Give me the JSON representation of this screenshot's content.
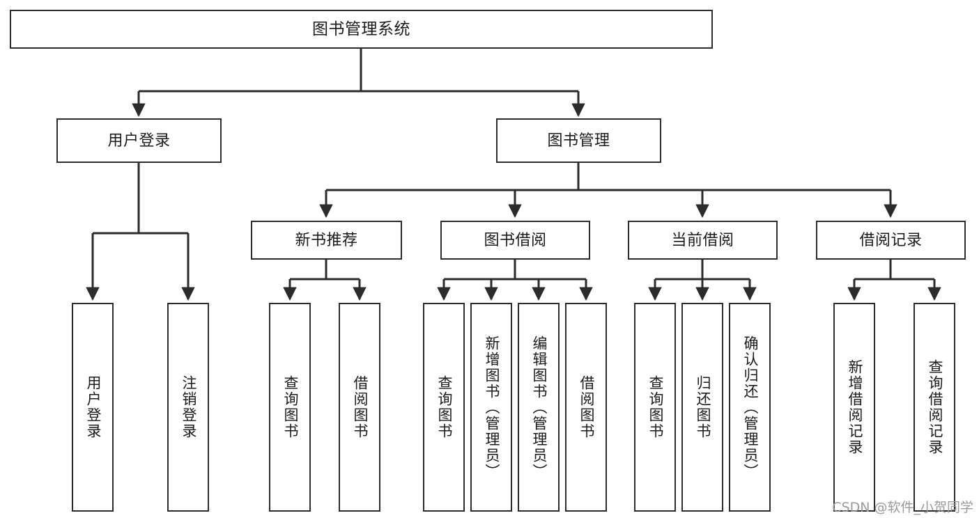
{
  "diagram": {
    "title": "图书管理系统",
    "type": "tree",
    "colors": {
      "background": "#ffffff",
      "node_fill": "#ffffff",
      "node_stroke": "#2b2b2b",
      "edge": "#2b2b2b",
      "text": "#1a1a1a",
      "watermark": "#9a9a9a"
    },
    "watermark": "CSDN @软件_小贺同学",
    "nodes": {
      "root": {
        "label": "图书管理系统"
      },
      "level2": [
        {
          "label": "用户登录"
        },
        {
          "label": "图书管理"
        }
      ],
      "level3": [
        {
          "label": "新书推荐"
        },
        {
          "label": "图书借阅"
        },
        {
          "label": "当前借阅"
        },
        {
          "label": "借阅记录"
        }
      ],
      "leaves": {
        "user_login": [
          {
            "label": "用户登录"
          },
          {
            "label": "注销登录"
          }
        ],
        "new_book_recommend": [
          {
            "label": "查询图书"
          },
          {
            "label": "借阅图书"
          }
        ],
        "book_borrow": [
          {
            "label": "查询图书"
          },
          {
            "label": "新增图书（管理员）"
          },
          {
            "label": "编辑图书（管理员）"
          },
          {
            "label": "借阅图书"
          }
        ],
        "current_borrow": [
          {
            "label": "查询图书"
          },
          {
            "label": "归还图书"
          },
          {
            "label": "确认归还（管理员）"
          }
        ],
        "borrow_record": [
          {
            "label": "新增借阅记录"
          },
          {
            "label": "查询借阅记录"
          }
        ]
      }
    },
    "edges": [
      {
        "from": "图书管理系统",
        "to": "用户登录"
      },
      {
        "from": "图书管理系统",
        "to": "图书管理"
      },
      {
        "from": "图书管理",
        "to": "新书推荐"
      },
      {
        "from": "图书管理",
        "to": "图书借阅"
      },
      {
        "from": "图书管理",
        "to": "当前借阅"
      },
      {
        "from": "图书管理",
        "to": "借阅记录"
      },
      {
        "from": "用户登录",
        "to": "用户登录"
      },
      {
        "from": "用户登录",
        "to": "注销登录"
      },
      {
        "from": "新书推荐",
        "to": "查询图书"
      },
      {
        "from": "新书推荐",
        "to": "借阅图书"
      },
      {
        "from": "图书借阅",
        "to": "查询图书"
      },
      {
        "from": "图书借阅",
        "to": "新增图书（管理员）"
      },
      {
        "from": "图书借阅",
        "to": "编辑图书（管理员）"
      },
      {
        "from": "图书借阅",
        "to": "借阅图书"
      },
      {
        "from": "当前借阅",
        "to": "查询图书"
      },
      {
        "from": "当前借阅",
        "to": "归还图书"
      },
      {
        "from": "当前借阅",
        "to": "确认归还（管理员）"
      },
      {
        "from": "借阅记录",
        "to": "新增借阅记录"
      },
      {
        "from": "借阅记录",
        "to": "查询借阅记录"
      }
    ]
  }
}
